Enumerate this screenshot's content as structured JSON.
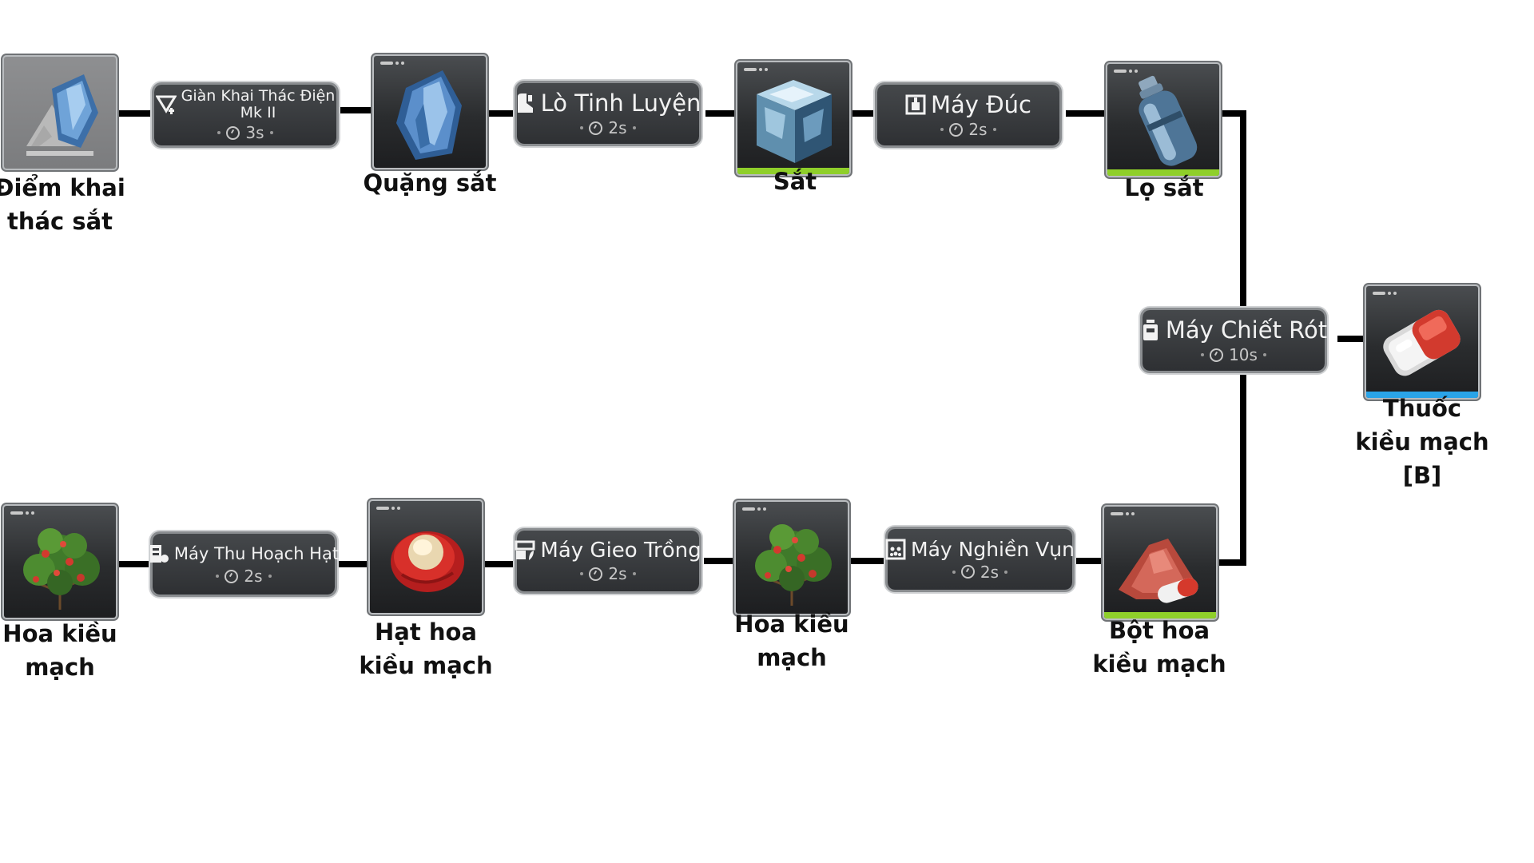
{
  "items": {
    "iron_node": {
      "name": "Điểm khai\nthác sắt"
    },
    "iron_ore": {
      "name": "Quặng sắt"
    },
    "iron": {
      "name": "Sắt"
    },
    "iron_bottle": {
      "name": "Lọ sắt"
    },
    "buckflower_1": {
      "name": "Hoa kiều\nmạch"
    },
    "buckflower_seed": {
      "name": "Hạt hoa\nkiều mạch"
    },
    "buckflower_2": {
      "name": "Hoa kiều\nmạch"
    },
    "buckflower_powder": {
      "name": "Bột hoa\nkiều mạch"
    },
    "result": {
      "name": "Thuốc\nkiều mạch\n[B]"
    }
  },
  "machines": {
    "drill": {
      "name": "Giàn Khai Thác Điện\nMk II",
      "time": "3s",
      "icon": "drill-icon"
    },
    "refinery": {
      "name": "Lò Tinh Luyện",
      "time": "2s",
      "icon": "refinery-icon"
    },
    "mold": {
      "name": "Máy Đúc",
      "time": "2s",
      "icon": "mold-icon"
    },
    "filler": {
      "name": "Máy Chiết Rót",
      "time": "10s",
      "icon": "filler-icon"
    },
    "harvester": {
      "name": "Máy Thu Hoạch Hạt",
      "time": "2s",
      "icon": "harvester-icon"
    },
    "planter": {
      "name": "Máy Gieo Trồng",
      "time": "2s",
      "icon": "planter-icon"
    },
    "grinder": {
      "name": "Máy Nghiền Vụn",
      "time": "2s",
      "icon": "grinder-icon"
    }
  },
  "colors": {
    "rare_green": "#8fcf2a",
    "rare_blue": "#2aa4e8",
    "line": "#000000"
  }
}
